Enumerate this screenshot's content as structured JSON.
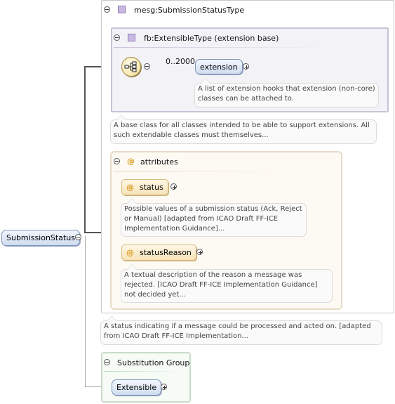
{
  "root": {
    "label": "SubmissionStatus"
  },
  "type_box": {
    "label": "mesg:SubmissionStatusType"
  },
  "ext_box": {
    "label": "fb:ExtensibleType (extension base)"
  },
  "sequence": {
    "cardinality": "0..2000"
  },
  "extension": {
    "label": "extension",
    "note": "A list of extension hooks that extension (non-core) classes can be attached to."
  },
  "ext_note": "A base class for all classes intended to be able to support extensions. All such extendable classes must themselves...",
  "attributes": {
    "label": "attributes",
    "items": [
      {
        "label": "status",
        "note": "Possible values of a submission status (Ack, Reject or Manual) [adapted from ICAO Draft FF-ICE Implementation Guidance]..."
      },
      {
        "label": "statusReason",
        "note": "A textual description of the reason a message was rejected. [ICAO Draft FF-ICE Implementation Guidance] not decided yet..."
      }
    ]
  },
  "type_note": "A status indicating if a message could be processed and acted on. [adapted from ICAO Draft FF-ICE Implementation...",
  "substitution": {
    "label": "Substitution Group",
    "item": "Extensible"
  },
  "icons": {
    "attribute_marker": "@",
    "expand": "plus-circle-icon",
    "collapse": "minus-circle-icon",
    "sequence": "sequence-compositor-icon"
  }
}
